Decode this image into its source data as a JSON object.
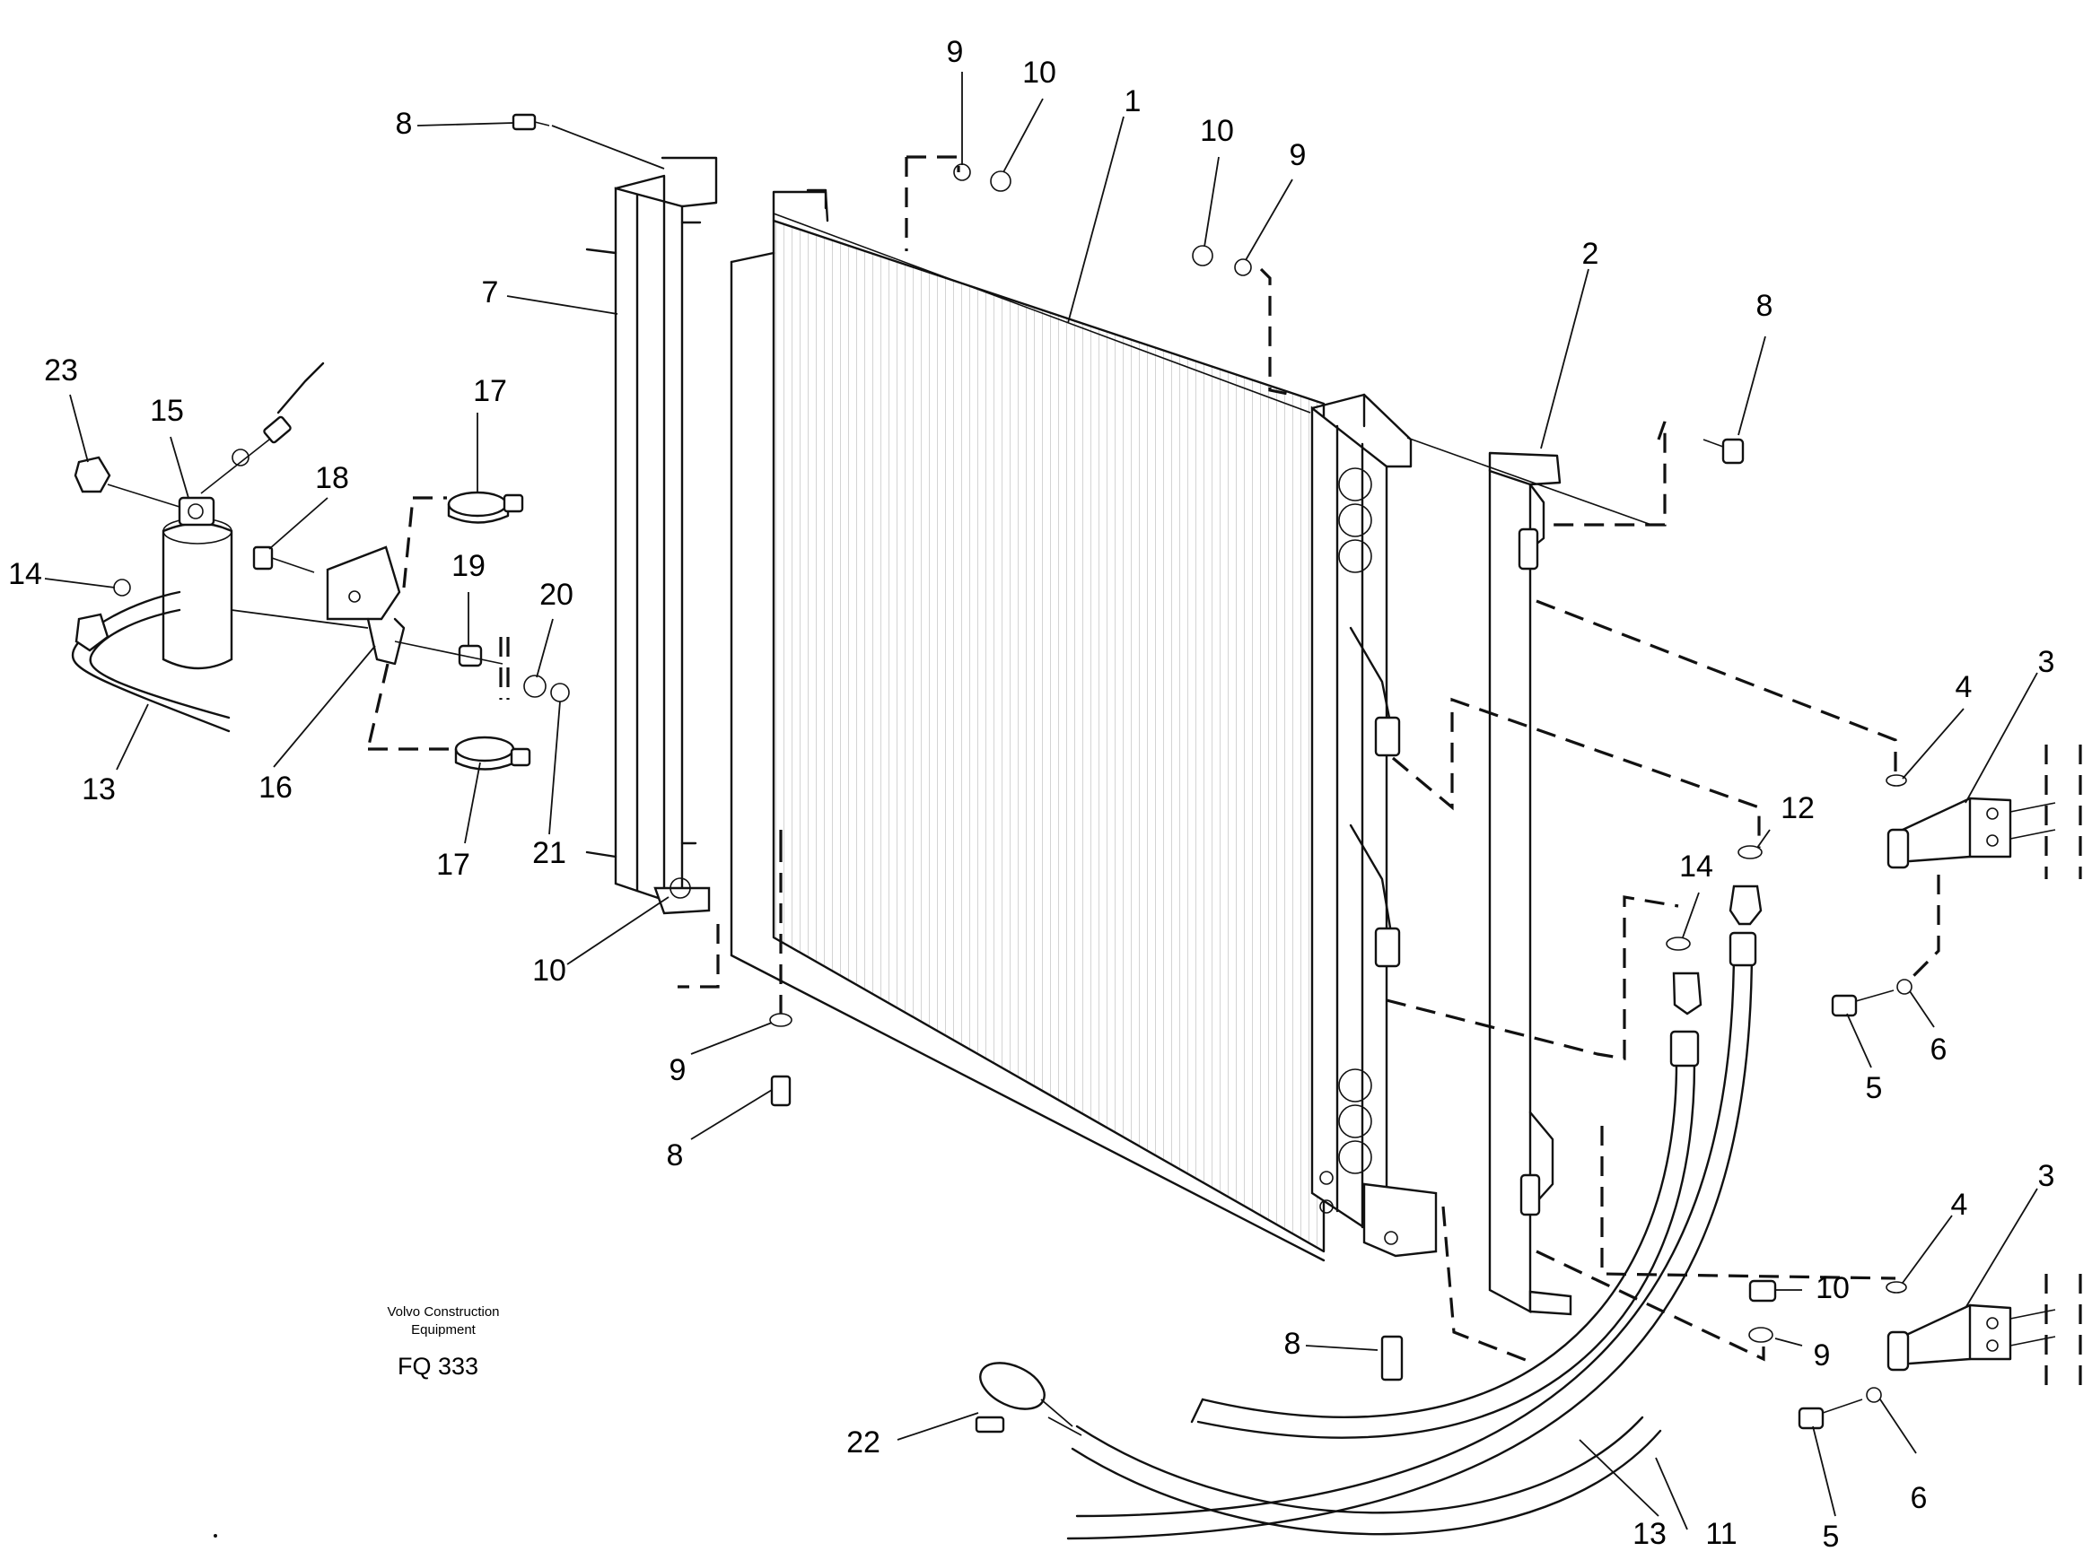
{
  "callouts": [
    {
      "label": "1"
    },
    {
      "label": "2"
    },
    {
      "label": "3"
    },
    {
      "label": "3"
    },
    {
      "label": "4"
    },
    {
      "label": "4"
    },
    {
      "label": "5"
    },
    {
      "label": "5"
    },
    {
      "label": "6"
    },
    {
      "label": "6"
    },
    {
      "label": "7"
    },
    {
      "label": "8"
    },
    {
      "label": "8"
    },
    {
      "label": "8"
    },
    {
      "label": "8"
    },
    {
      "label": "9"
    },
    {
      "label": "9"
    },
    {
      "label": "9"
    },
    {
      "label": "9"
    },
    {
      "label": "10"
    },
    {
      "label": "10"
    },
    {
      "label": "10"
    },
    {
      "label": "10"
    },
    {
      "label": "11"
    },
    {
      "label": "12"
    },
    {
      "label": "13"
    },
    {
      "label": "13"
    },
    {
      "label": "14"
    },
    {
      "label": "14"
    },
    {
      "label": "15"
    },
    {
      "label": "16"
    },
    {
      "label": "17"
    },
    {
      "label": "17"
    },
    {
      "label": "18"
    },
    {
      "label": "19"
    },
    {
      "label": "20"
    },
    {
      "label": "21"
    },
    {
      "label": "22"
    },
    {
      "label": "23"
    }
  ],
  "caption": {
    "company_line1": "Volvo Construction",
    "company_line2": "Equipment",
    "code": "FQ 333"
  }
}
